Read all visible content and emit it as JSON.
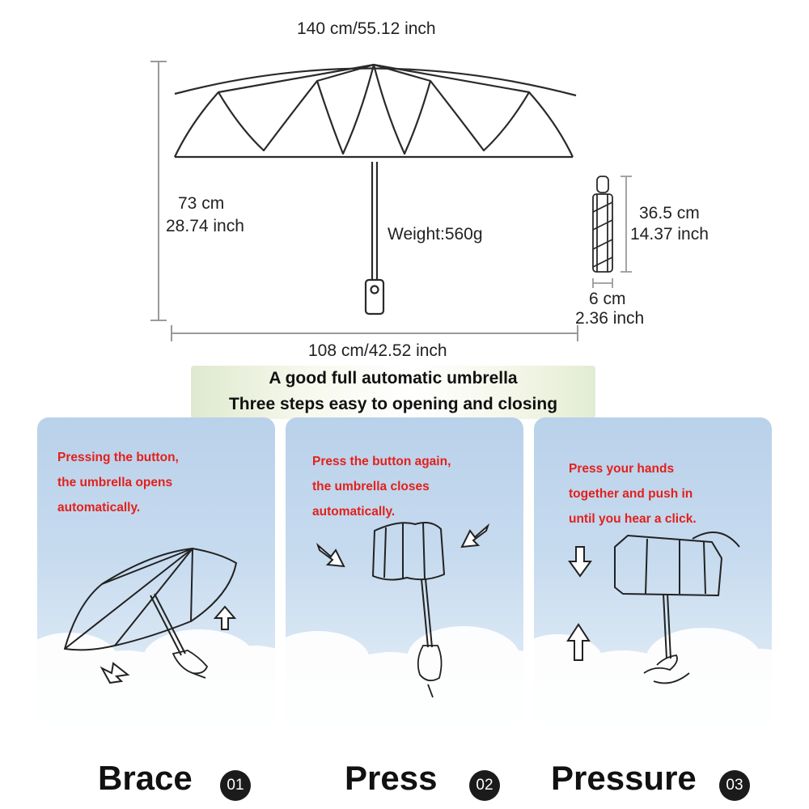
{
  "dimensions": {
    "open_width": "140 cm/55.12 inch",
    "height_cm": "73 cm",
    "height_inch": "28.74 inch",
    "weight": "Weight:560g",
    "span_width": "108 cm/42.52 inch",
    "folded_length_cm": "36.5 cm",
    "folded_length_inch": "14.37 inch",
    "folded_width_cm": "6 cm",
    "folded_width_inch": "2.36 inch"
  },
  "banner": {
    "line1": "A good full automatic umbrella",
    "line2": "Three steps easy to opening and closing"
  },
  "panels": [
    {
      "line1": "Pressing the button,",
      "line2": "the umbrella opens",
      "line3": "automatically.",
      "step": "Brace",
      "number": "01"
    },
    {
      "line1": "Press the button again,",
      "line2": "the umbrella closes",
      "line3": "automatically.",
      "step": "Press",
      "number": "02"
    },
    {
      "line1": "Press your hands",
      "line2": "together and push in",
      "line3": "until you hear a click.",
      "step": "Pressure",
      "number": "03"
    }
  ],
  "colors": {
    "instruction_red": "#e3201b",
    "sky_top": "#b9d1ea",
    "sky_bottom": "#eef3f8",
    "line_art": "#2a2a2a",
    "dimension_line": "#9a9a9a",
    "badge": "#1b1b1b"
  },
  "icons": [
    "open-umbrella-diagram",
    "folded-umbrella-icon",
    "hand-icon",
    "arrow-icon",
    "cloud-icon"
  ]
}
